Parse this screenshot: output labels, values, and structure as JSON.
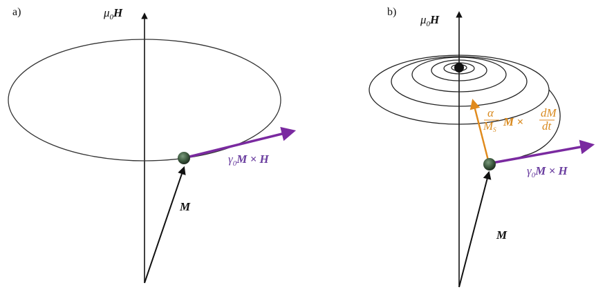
{
  "panels": [
    {
      "id": "a",
      "label": "a)",
      "field_label": {
        "sub": "0",
        "pre": "μ",
        "vec": "H"
      },
      "moment_label": "M",
      "precession_label": {
        "pre": "γ",
        "sub": "0",
        "rest": "M × H"
      }
    },
    {
      "id": "b",
      "label": "b)",
      "field_label": {
        "sub": "0",
        "pre": "μ",
        "vec": "H"
      },
      "moment_label": "M",
      "precession_label": {
        "pre": "γ",
        "sub": "0",
        "rest": "M × H"
      },
      "damping_label": {
        "alpha": "α",
        "ms": "M",
        "ms_sub": "S",
        "mid": "M ×",
        "dm": "dM",
        "dt": "dt"
      }
    }
  ],
  "colors": {
    "axis": "#111111",
    "orbit": "#333333",
    "precession": "#7a2aa0",
    "damping": "#e08a1c",
    "ball": "#3d5a3f"
  }
}
